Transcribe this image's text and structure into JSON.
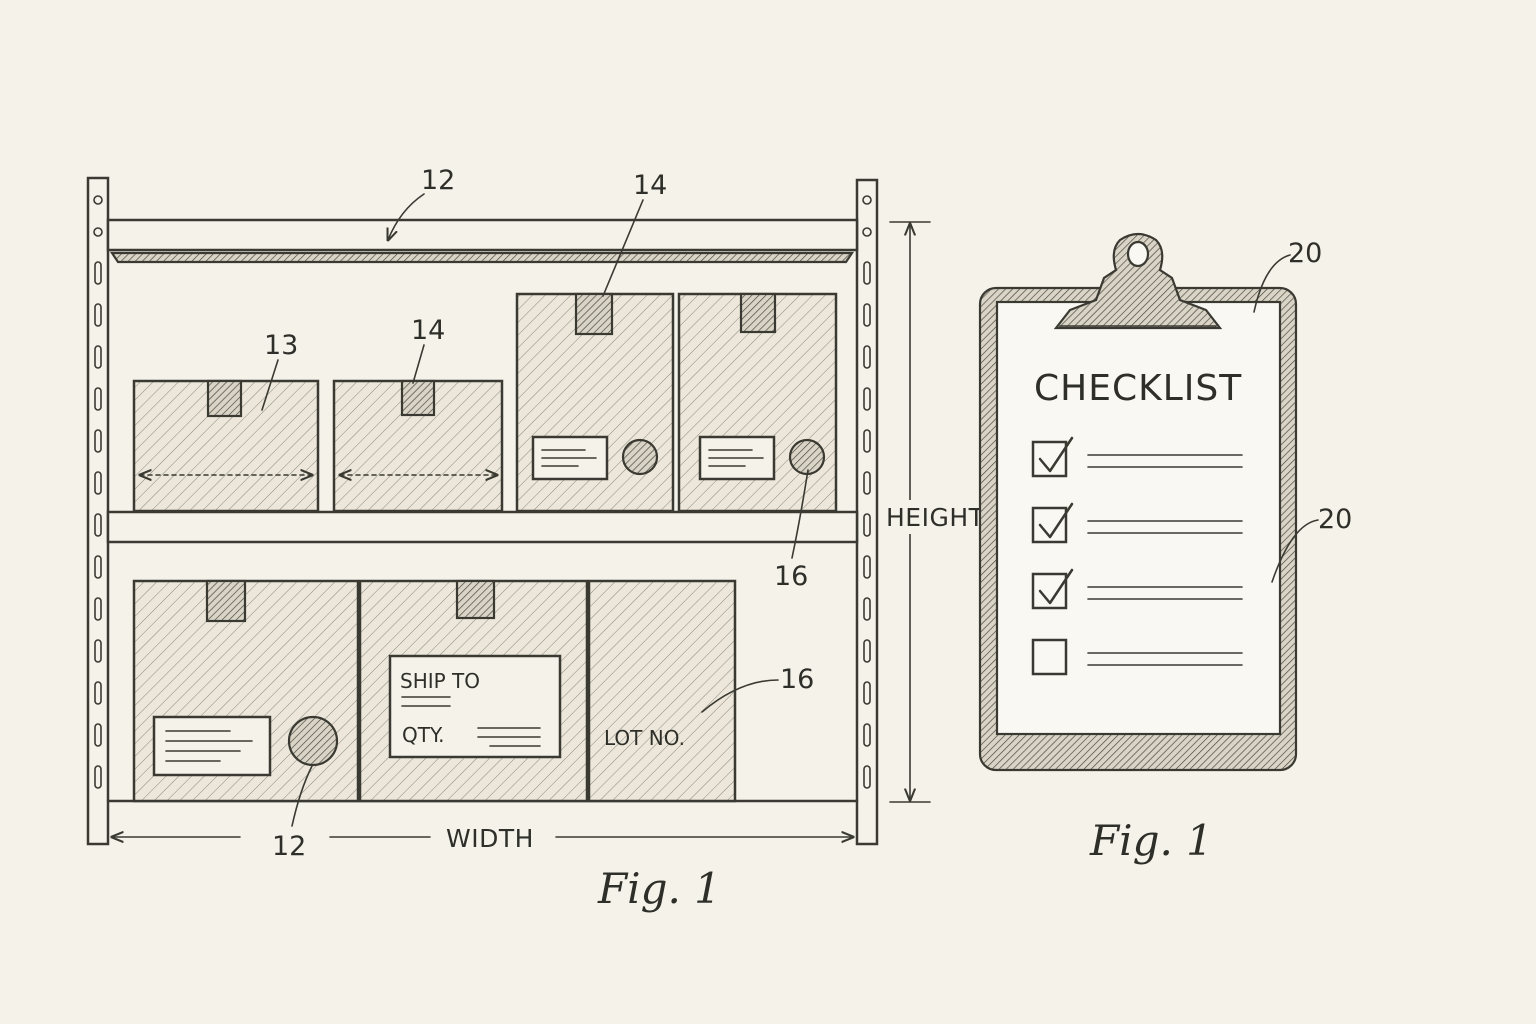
{
  "colors": {
    "paper": "#f5f2ea",
    "ink": "#3a3a33"
  },
  "shelf": {
    "ref_top_shelf": "12",
    "ref_box_small": "13",
    "ref_box_tag_a": "14",
    "ref_box_tag_b": "14",
    "ref_seal": "16",
    "ref_lot": "16",
    "ref_bottom_seal": "12",
    "height_label": "HEIGHT",
    "width_label": "WIDTH",
    "figure_caption": "Fig. 1"
  },
  "boxes": {
    "ship_to": "SHIP TO",
    "qty": "QTY.",
    "lot_no": "LOT NO."
  },
  "clipboard": {
    "title": "CHECKLIST",
    "ref_clip": "20",
    "ref_board": "20",
    "figure_caption": "Fig. 1",
    "items": [
      {
        "checked": true
      },
      {
        "checked": true
      },
      {
        "checked": true
      },
      {
        "checked": false
      }
    ]
  }
}
